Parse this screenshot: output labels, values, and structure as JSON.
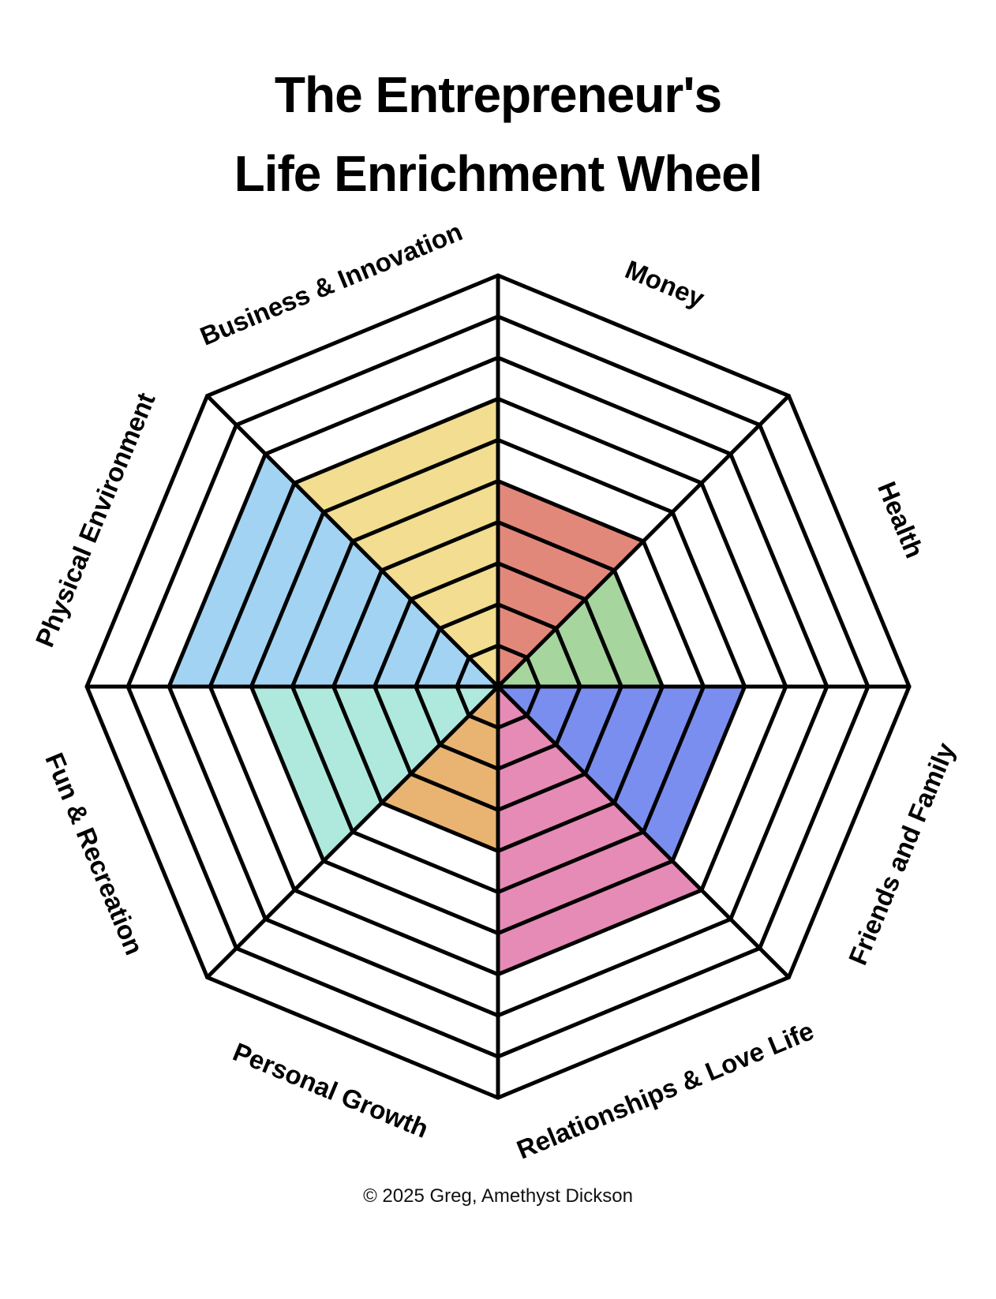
{
  "title": {
    "line1": "The Entrepreneur's",
    "line2": "Life Enrichment Wheel"
  },
  "copyright": "© 2025 Greg, Amethyst Dickson",
  "chart_data": {
    "type": "radar",
    "title": "The Entrepreneur's Life Enrichment Wheel",
    "scale_max": 10,
    "categories": [
      {
        "name": "Money",
        "value": 5,
        "color": "#E2887A"
      },
      {
        "name": "Health",
        "value": 4,
        "color": "#A6D59E"
      },
      {
        "name": "Friends and Family",
        "value": 6,
        "color": "#7A8EEF"
      },
      {
        "name": "Relationships & Love Life",
        "value": 7,
        "color": "#E58BB6"
      },
      {
        "name": "Personal Growth",
        "value": 4,
        "color": "#E9B472"
      },
      {
        "name": "Fun & Recreation",
        "value": 6,
        "color": "#AFE9DE"
      },
      {
        "name": "Physical Environment",
        "value": 8,
        "color": "#A3D3F2"
      },
      {
        "name": "Business  & Innovation",
        "value": 7,
        "color": "#F2DD90"
      }
    ]
  }
}
